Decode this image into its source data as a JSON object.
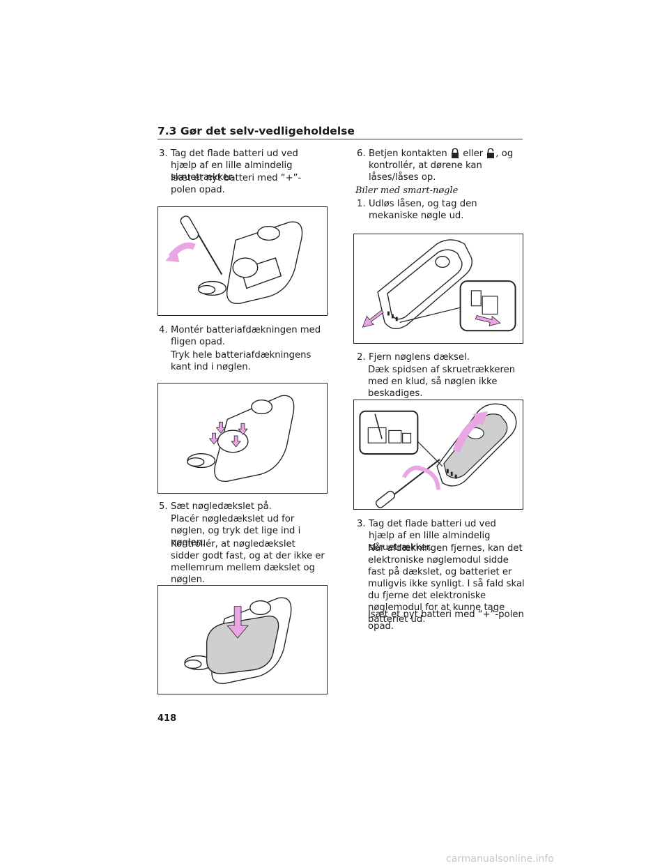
{
  "header": {
    "section_title": "7.3  Gør det selv-vedligeholdelse"
  },
  "left": {
    "step3": {
      "num": "3.",
      "text": "Tag det flade batteri ud ved hjælp af en lille almindelig skruetrækker.",
      "note": "Isæt et nyt batteri med “+”-polen opad."
    },
    "step4": {
      "num": "4.",
      "text": "Montér batteriafdækningen med fligen opad.",
      "note": "Tryk hele batteriafdækningens kant ind i nøglen."
    },
    "step5": {
      "num": "5.",
      "text": "Sæt nøgledækslet på.",
      "note1": "Placér nøgledækslet ud for nøglen, og tryk det lige ind i nøglen.",
      "note2": "Kontrollér, at nøgledækslet sidder godt fast, og at der ikke er mellemrum mellem dækslet og nøglen."
    }
  },
  "right": {
    "step6": {
      "num": "6.",
      "part1": "Betjen kontakten",
      "part2": "eller",
      "part3": ", og kontrollér, at dørene kan låses/låses op."
    },
    "subhead": "Biler med smart-nøgle",
    "s1": {
      "num": "1.",
      "text": "Udløs låsen, og tag den mekaniske nøgle ud."
    },
    "s2": {
      "num": "2.",
      "text": "Fjern nøglens dæksel.",
      "note": "Dæk spidsen af skruetrækkeren med en klud, så nøglen ikke beskadiges."
    },
    "s3": {
      "num": "3.",
      "text": "Tag det flade batteri ud ved hjælp af en lille almindelig skruetrækker.",
      "note1": "Når afdækningen fjernes, kan det elektroniske nøglemodul sidde fast på dækslet, og batteriet er muligvis ikke synligt. I så fald skal du fjerne det elektroniske nøglemodul for at kunne tage batteriet ud.",
      "note2": "Isæt et nyt batteri med “+”-polen opad."
    }
  },
  "footer": {
    "page_number": "418",
    "watermark": "carmanualsonline.info"
  },
  "colors": {
    "arrow_pink": "#e9a6e3",
    "line": "#222222"
  }
}
